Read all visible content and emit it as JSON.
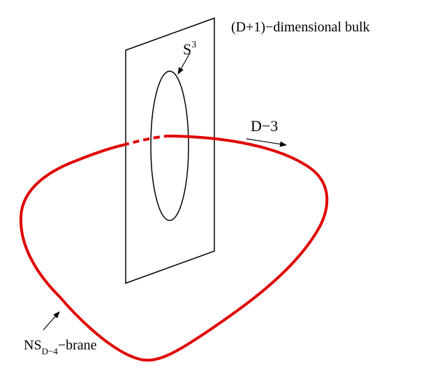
{
  "labels": {
    "bulk": "(D+1)−dimensional bulk",
    "sphere_base": "S",
    "sphere_exp": "3",
    "direction": "D−3",
    "brane_base": "NS",
    "brane_sub": "D−4",
    "brane_suffix": "−brane"
  },
  "colors": {
    "brane": "#e00000",
    "lines": "#000000",
    "background": "#ffffff"
  }
}
